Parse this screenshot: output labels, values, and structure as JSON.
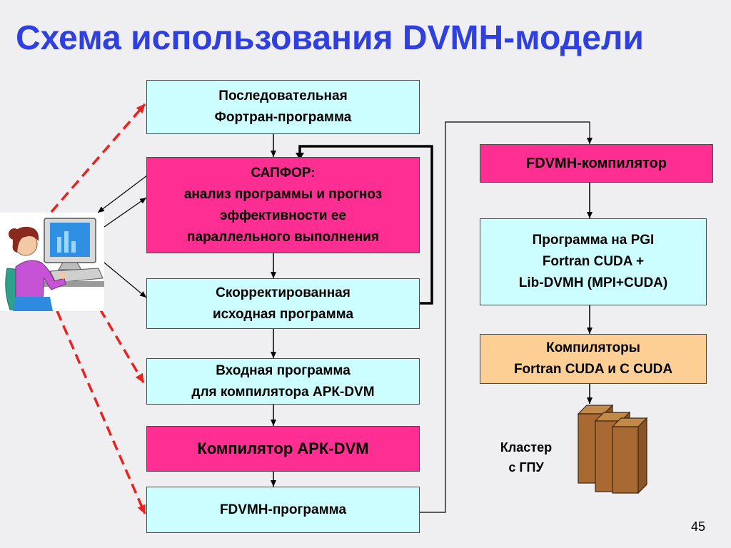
{
  "title": "Схема использования DVMH-модели",
  "boxes": {
    "sequential": "Последовательная\nФортран-программа",
    "sapfor": "САПФОР:\nанализ программы и прогноз\nэффективности ее\nпараллельного выполнения",
    "corrected": "Скорректированная\nисходная программа",
    "input": "Входная программа\n для компилятора АРК-DVM",
    "ark_compiler": "Компилятор АРК-DVM",
    "fdvmh_program": "FDVMH-программа",
    "fdvmh_compiler": "FDVMH-компилятор",
    "pgi_program": "Программа на PGI\nFortran CUDA +\nLib-DVMH  (MPI+CUDA)",
    "compilers": "Компиляторы\nFortran CUDA и C CUDA"
  },
  "cluster_label": "Кластер\nс ГПУ",
  "page_number": "45",
  "colors": {
    "title": "#2f3fe0",
    "cyan_box": "#ccfeff",
    "pink_box": "#ff2e93",
    "orange_box": "#fdcf94",
    "dashed_arrow": "#e8231f"
  },
  "icons": {
    "user": "person-at-computer-icon",
    "cluster": "server-cluster-icon"
  }
}
